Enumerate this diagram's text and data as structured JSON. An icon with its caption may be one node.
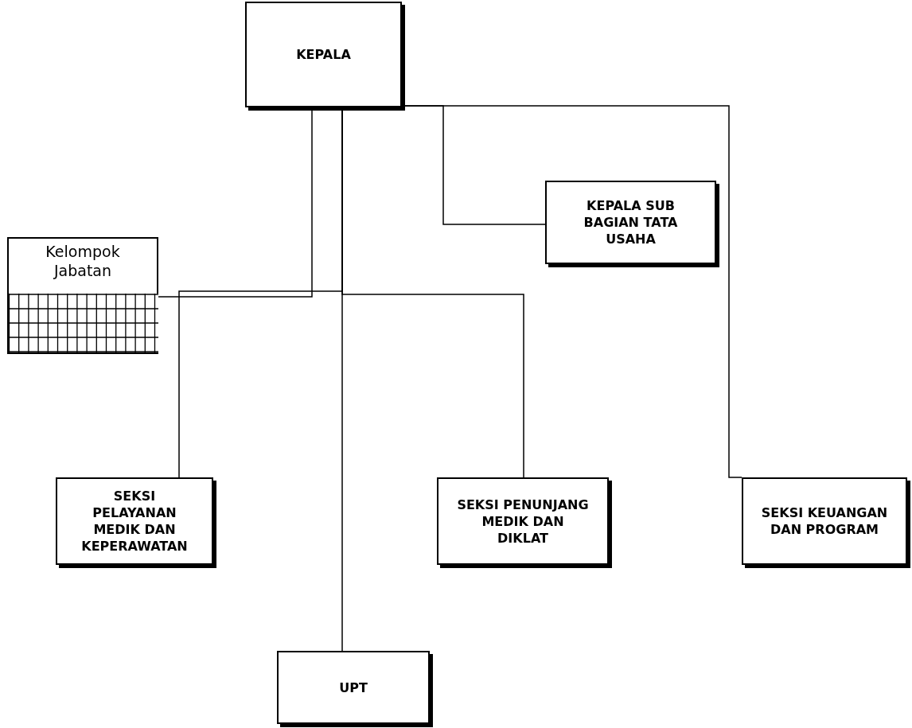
{
  "diagram": {
    "nodes": [
      {
        "text": [
          "KEPALA"
        ]
      },
      {
        "text": [
          "KEPALA SUB BAGIAN TATA USAHA"
        ]
      },
      {
        "text": [
          "Kelompok Jabatan"
        ]
      },
      {
        "text": [
          "SEKSI PELAYANAN MEDIK DAN KEPERAWATAN"
        ]
      },
      {
        "text": [
          "SEKSI PENUNJANG MEDIK DAN DIKLAT"
        ]
      },
      {
        "text": [
          "SEKSI KEUANGAN DAN PROGRAM"
        ]
      },
      {
        "text": [
          "UPT"
        ]
      }
    ],
    "edges": [
      {
        "from": 0,
        "to": 1,
        "arrow": "none"
      },
      {
        "from": 0,
        "to": 2,
        "arrow": "none"
      },
      {
        "from": 0,
        "to": 3,
        "arrow": "none"
      },
      {
        "from": 0,
        "to": 4,
        "arrow": "none"
      },
      {
        "from": 0,
        "to": 5,
        "arrow": "none"
      },
      {
        "from": 0,
        "to": 6,
        "arrow": "none"
      }
    ]
  }
}
